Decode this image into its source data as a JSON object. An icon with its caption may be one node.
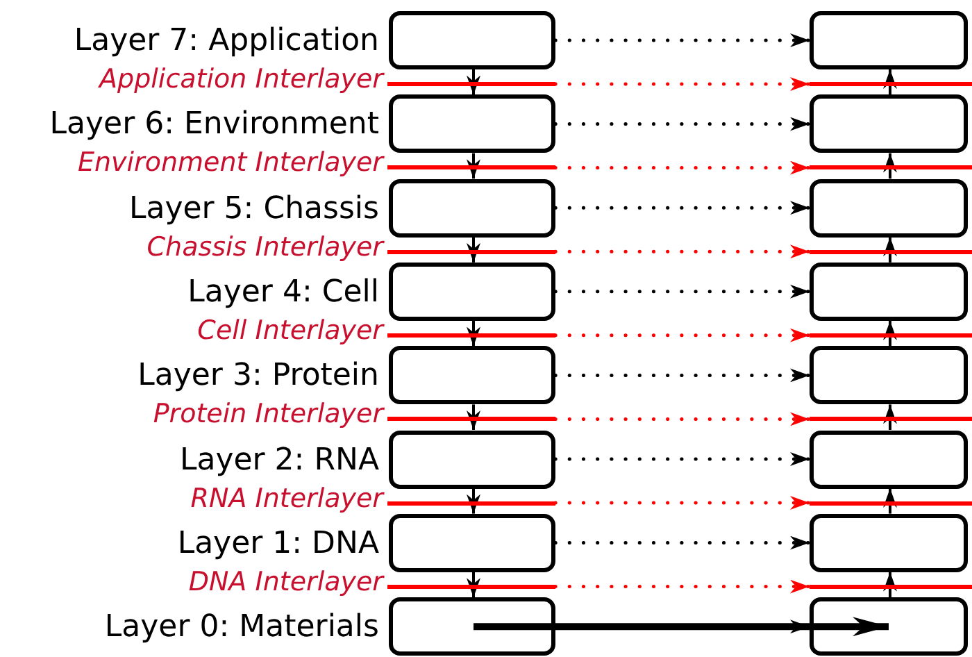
{
  "diagram": {
    "nodes": [
      {
        "text": [],
        "shape": "box",
        "beside": [
          "Layer 7: Application"
        ]
      },
      {
        "text": [],
        "shape": "box"
      },
      {
        "text": [],
        "shape": "bar",
        "beside": [
          "Application Interlayer"
        ]
      },
      {
        "text": [],
        "shape": "bar"
      },
      {
        "text": [],
        "shape": "box",
        "beside": [
          "Layer 6: Environment"
        ]
      },
      {
        "text": [],
        "shape": "box"
      },
      {
        "text": [],
        "shape": "bar",
        "beside": [
          "Environment Interlayer"
        ]
      },
      {
        "text": [],
        "shape": "bar"
      },
      {
        "text": [],
        "shape": "box",
        "beside": [
          "Layer 5: Chassis"
        ]
      },
      {
        "text": [],
        "shape": "box"
      },
      {
        "text": [],
        "shape": "bar",
        "beside": [
          "Chassis Interlayer"
        ]
      },
      {
        "text": [],
        "shape": "bar"
      },
      {
        "text": [],
        "shape": "box",
        "beside": [
          "Layer 4: Cell"
        ]
      },
      {
        "text": [],
        "shape": "box"
      },
      {
        "text": [],
        "shape": "bar",
        "beside": [
          "Cell Interlayer"
        ]
      },
      {
        "text": [],
        "shape": "bar"
      },
      {
        "text": [],
        "shape": "box",
        "beside": [
          "Layer 3: Protein"
        ]
      },
      {
        "text": [],
        "shape": "box"
      },
      {
        "text": [],
        "shape": "bar",
        "beside": [
          "Protein Interlayer"
        ]
      },
      {
        "text": [],
        "shape": "bar"
      },
      {
        "text": [],
        "shape": "box",
        "beside": [
          "Layer 2: RNA"
        ]
      },
      {
        "text": [],
        "shape": "box"
      },
      {
        "text": [],
        "shape": "bar",
        "beside": [
          "RNA Interlayer"
        ]
      },
      {
        "text": [],
        "shape": "bar"
      },
      {
        "text": [],
        "shape": "box",
        "beside": [
          "Layer 1: DNA"
        ]
      },
      {
        "text": [],
        "shape": "box"
      },
      {
        "text": [],
        "shape": "bar",
        "beside": [
          "DNA Interlayer"
        ]
      },
      {
        "text": [],
        "shape": "bar"
      },
      {
        "text": [],
        "shape": "box",
        "beside": [
          "Layer 0: Materials"
        ]
      },
      {
        "text": [],
        "shape": "box"
      }
    ],
    "edges": [
      {
        "from": 0,
        "to": 1,
        "arrow": "to",
        "style": "dashed"
      },
      {
        "from": 2,
        "to": 3,
        "arrow": "to",
        "style": "dashed",
        "color": "#ff0000"
      },
      {
        "from": 4,
        "to": 5,
        "arrow": "to",
        "style": "dashed"
      },
      {
        "from": 6,
        "to": 7,
        "arrow": "to",
        "style": "dashed",
        "color": "#ff0000"
      },
      {
        "from": 8,
        "to": 9,
        "arrow": "to",
        "style": "dashed"
      },
      {
        "from": 10,
        "to": 11,
        "arrow": "to",
        "style": "dashed",
        "color": "#ff0000"
      },
      {
        "from": 12,
        "to": 13,
        "arrow": "to",
        "style": "dashed"
      },
      {
        "from": 14,
        "to": 15,
        "arrow": "to",
        "style": "dashed",
        "color": "#ff0000"
      },
      {
        "from": 16,
        "to": 17,
        "arrow": "to",
        "style": "dashed"
      },
      {
        "from": 18,
        "to": 19,
        "arrow": "to",
        "style": "dashed",
        "color": "#ff0000"
      },
      {
        "from": 20,
        "to": 21,
        "arrow": "to",
        "style": "dashed"
      },
      {
        "from": 22,
        "to": 23,
        "arrow": "to",
        "style": "dashed",
        "color": "#ff0000"
      },
      {
        "from": 24,
        "to": 25,
        "arrow": "to",
        "style": "dashed"
      },
      {
        "from": 26,
        "to": 27,
        "arrow": "to",
        "style": "dashed",
        "color": "#ff0000"
      },
      {
        "from": 28,
        "to": 29,
        "arrow": "to",
        "style": "dashed"
      },
      {
        "from": 0,
        "to": 4,
        "arrow": "to"
      },
      {
        "from": 4,
        "to": 8,
        "arrow": "to"
      },
      {
        "from": 8,
        "to": 12,
        "arrow": "to"
      },
      {
        "from": 12,
        "to": 16,
        "arrow": "to"
      },
      {
        "from": 16,
        "to": 20,
        "arrow": "to"
      },
      {
        "from": 20,
        "to": 24,
        "arrow": "to"
      },
      {
        "from": 24,
        "to": 28,
        "arrow": "to"
      },
      {
        "from": 28,
        "to": 29,
        "arrow": "to",
        "style": "thick"
      },
      {
        "from": 29,
        "to": 25,
        "arrow": "to"
      },
      {
        "from": 25,
        "to": 21,
        "arrow": "to"
      },
      {
        "from": 21,
        "to": 17,
        "arrow": "to"
      },
      {
        "from": 17,
        "to": 13,
        "arrow": "to"
      },
      {
        "from": 13,
        "to": 9,
        "arrow": "to"
      },
      {
        "from": 9,
        "to": 5,
        "arrow": "to"
      },
      {
        "from": 5,
        "to": 1,
        "arrow": "to"
      }
    ]
  }
}
